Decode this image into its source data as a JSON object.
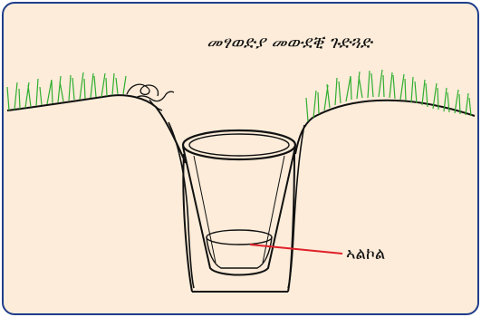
{
  "diagram": {
    "title": "መፃወድያ መውደቒ ጉድጓድ",
    "labels": {
      "cup_contents": "ኣልኮል"
    },
    "colors": {
      "background": "#fcecd9",
      "border": "#1f3d8a",
      "grass": "#2fae2f",
      "pointer_line": "#e0202a",
      "outline": "#111111"
    },
    "icons": [
      "grass-tuft-left",
      "grass-tuft-right",
      "plant-roots",
      "buried-cup"
    ]
  }
}
